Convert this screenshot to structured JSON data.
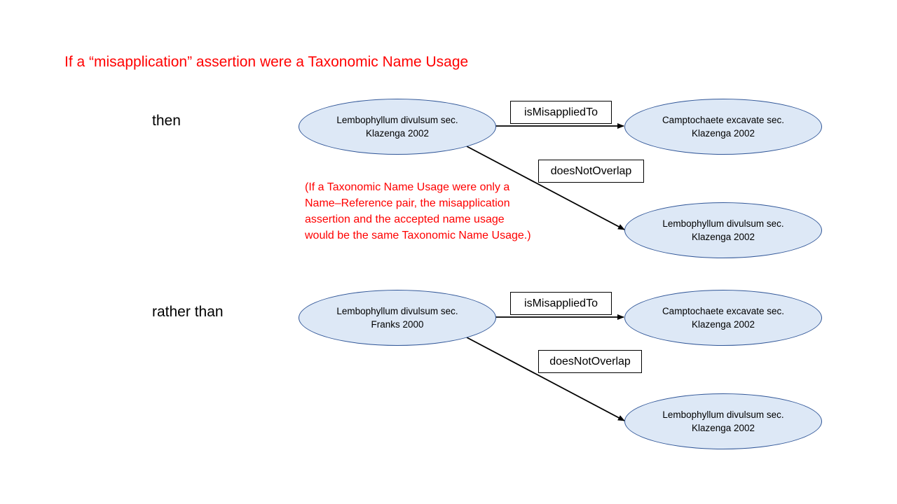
{
  "title": "If a “misapplication” assertion were a Taxonomic Name Usage",
  "then_label": "then",
  "rather_label": "rather than",
  "note": "(If a Taxonomic Name Usage were only a Name–Reference pair, the misapplication assertion and the accepted name usage would be the same Taxonomic Name Usage.)",
  "then_block": {
    "source": {
      "line1": "Lembophyllum  divulsum sec.",
      "line2": "Klazenga 2002"
    },
    "target_top": {
      "line1": "Camptochaete  excavate sec.",
      "line2": "Klazenga 2002"
    },
    "target_bottom": {
      "line1": "Lembophyllum  divulsum sec.",
      "line2": "Klazenga 2002"
    },
    "rel_top": "isMisappliedTo",
    "rel_bottom": "doesNotOverlap"
  },
  "rather_block": {
    "source": {
      "line1": "Lembophyllum  divulsum sec.",
      "line2": "Franks 2000"
    },
    "target_top": {
      "line1": "Camptochaete  excavate sec.",
      "line2": "Klazenga 2002"
    },
    "target_bottom": {
      "line1": "Lembophyllum  divulsum sec.",
      "line2": "Klazenga 2002"
    },
    "rel_top": "isMisappliedTo",
    "rel_bottom": "doesNotOverlap"
  },
  "colors": {
    "title": "#ff0000",
    "ellipse_fill": "#dde8f6",
    "ellipse_stroke": "#2f5597"
  }
}
